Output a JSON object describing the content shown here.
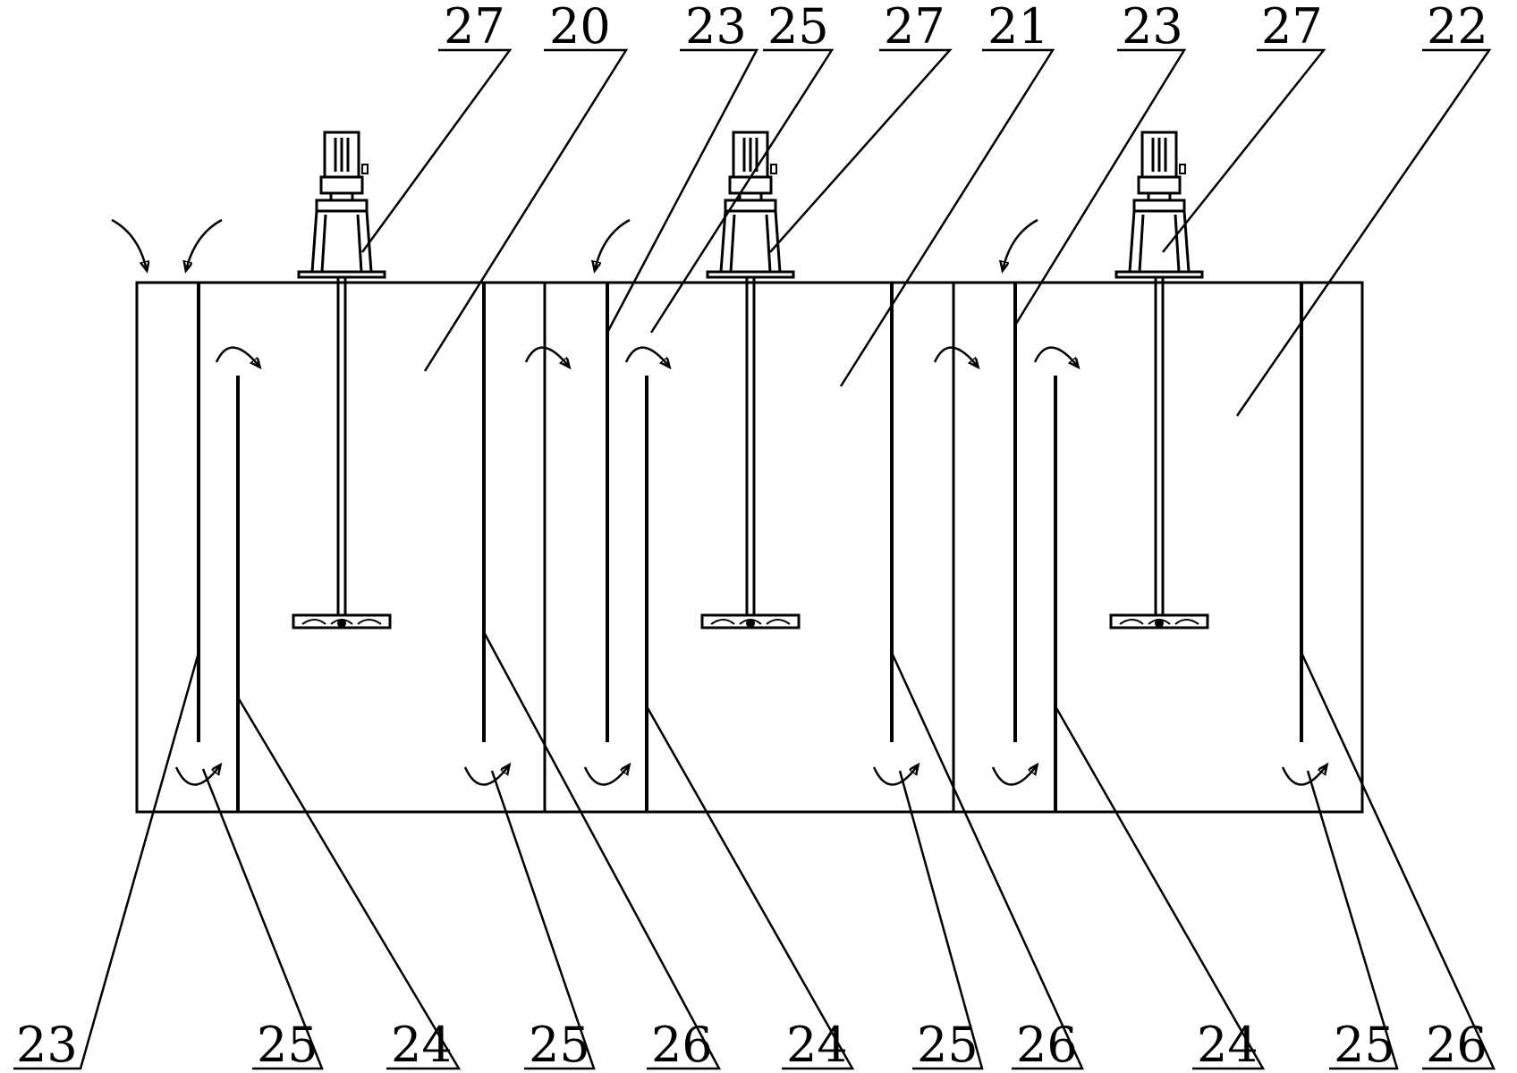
{
  "diagram": {
    "top_labels": [
      "27",
      "20",
      "23",
      "25",
      "27",
      "21",
      "23",
      "27",
      "22"
    ],
    "bottom_labels": [
      "23",
      "25",
      "24",
      "25",
      "26",
      "24",
      "25",
      "26",
      "24",
      "25",
      "26"
    ],
    "stroke_color": "#000000",
    "background": "#ffffff"
  }
}
